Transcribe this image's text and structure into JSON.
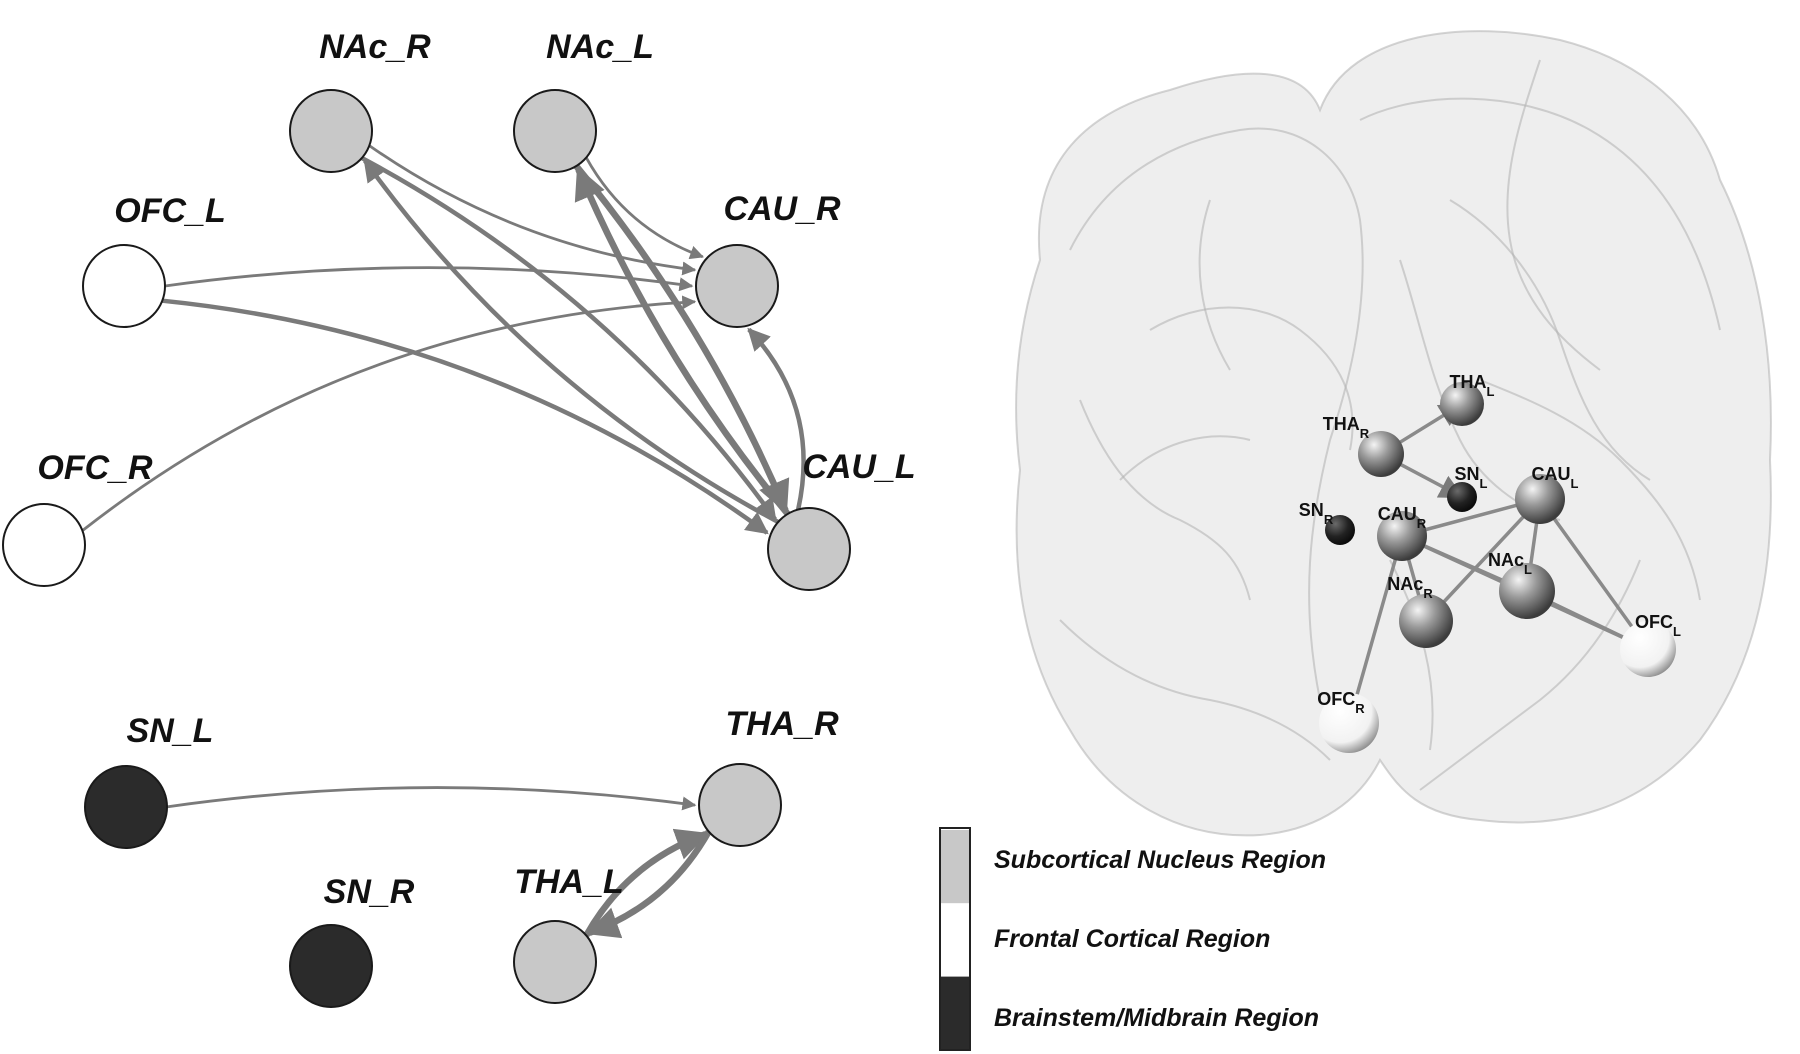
{
  "graph": {
    "nodes": [
      {
        "id": "NAc_R",
        "label": "NAc_R",
        "type": "subcortical"
      },
      {
        "id": "NAc_L",
        "label": "NAc_L",
        "type": "subcortical"
      },
      {
        "id": "OFC_L",
        "label": "OFC_L",
        "type": "frontal"
      },
      {
        "id": "CAU_R",
        "label": "CAU_R",
        "type": "subcortical"
      },
      {
        "id": "OFC_R",
        "label": "OFC_R",
        "type": "frontal"
      },
      {
        "id": "CAU_L",
        "label": "CAU_L",
        "type": "subcortical"
      },
      {
        "id": "SN_L",
        "label": "SN_L",
        "type": "brainstem"
      },
      {
        "id": "THA_R",
        "label": "THA_R",
        "type": "subcortical"
      },
      {
        "id": "SN_R",
        "label": "SN_R",
        "type": "brainstem"
      },
      {
        "id": "THA_L",
        "label": "THA_L",
        "type": "subcortical"
      }
    ],
    "edges": [
      {
        "from": "NAc_R",
        "to": "CAU_R",
        "weight": "thin"
      },
      {
        "from": "NAc_R",
        "to": "CAU_L",
        "weight": "medium"
      },
      {
        "from": "CAU_L",
        "to": "NAc_R",
        "weight": "medium"
      },
      {
        "from": "NAc_L",
        "to": "CAU_R",
        "weight": "thin"
      },
      {
        "from": "NAc_L",
        "to": "CAU_L",
        "weight": "thick"
      },
      {
        "from": "CAU_L",
        "to": "NAc_L",
        "weight": "thick"
      },
      {
        "from": "OFC_L",
        "to": "CAU_R",
        "weight": "thin"
      },
      {
        "from": "OFC_L",
        "to": "CAU_L",
        "weight": "medium"
      },
      {
        "from": "OFC_R",
        "to": "CAU_R",
        "weight": "thin"
      },
      {
        "from": "CAU_L",
        "to": "CAU_R",
        "weight": "medium"
      },
      {
        "from": "SN_L",
        "to": "THA_R",
        "weight": "thin"
      },
      {
        "from": "THA_L",
        "to": "THA_R",
        "weight": "thick"
      },
      {
        "from": "THA_R",
        "to": "THA_L",
        "weight": "thick"
      }
    ]
  },
  "brain_nodes": [
    {
      "id": "THA_R",
      "base": "THA",
      "sub": "R",
      "type": "subcortical"
    },
    {
      "id": "THA_L",
      "base": "THA",
      "sub": "L",
      "type": "subcortical"
    },
    {
      "id": "SN_L",
      "base": "SN",
      "sub": "L",
      "type": "brainstem"
    },
    {
      "id": "SN_R",
      "base": "SN",
      "sub": "R",
      "type": "brainstem"
    },
    {
      "id": "CAU_R",
      "base": "CAU",
      "sub": "R",
      "type": "subcortical"
    },
    {
      "id": "CAU_L",
      "base": "CAU",
      "sub": "L",
      "type": "subcortical"
    },
    {
      "id": "NAc_L",
      "base": "NAc",
      "sub": "L",
      "type": "subcortical"
    },
    {
      "id": "NAc_R",
      "base": "NAc",
      "sub": "R",
      "type": "subcortical"
    },
    {
      "id": "OFC_L",
      "base": "OFC",
      "sub": "L",
      "type": "frontal"
    },
    {
      "id": "OFC_R",
      "base": "OFC",
      "sub": "R",
      "type": "frontal"
    }
  ],
  "legend": [
    {
      "label": "Subcortical Nucleus Region",
      "type": "subcortical"
    },
    {
      "label": "Frontal Cortical Region",
      "type": "frontal"
    },
    {
      "label": "Brainstem/Midbrain Region",
      "type": "brainstem"
    }
  ],
  "colors": {
    "subcortical": "#c8c8c8",
    "frontal": "#ffffff",
    "brainstem": "#2b2b2b",
    "edge": "#7a7a7a",
    "node_stroke": "#1a1a1a"
  }
}
